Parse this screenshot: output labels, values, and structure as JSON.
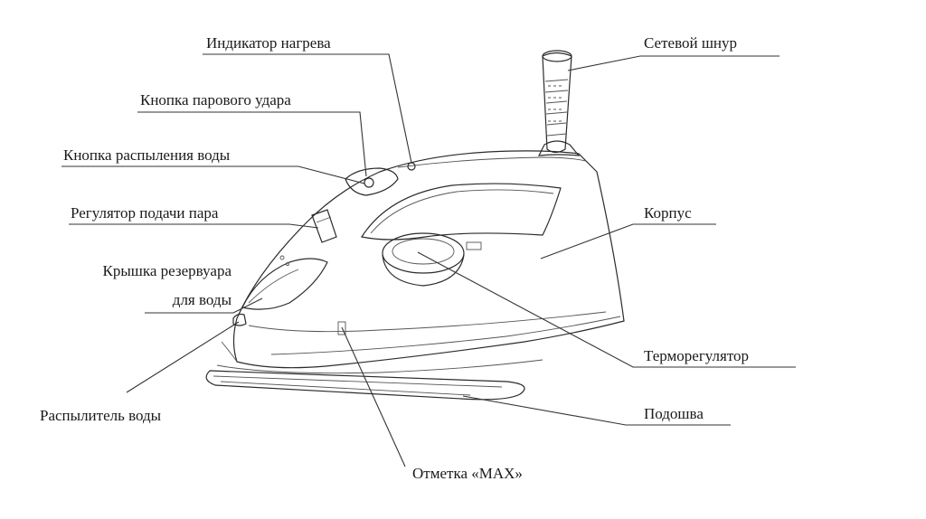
{
  "labels": {
    "heat_indicator": "Индикатор нагрева",
    "steam_burst_button": "Кнопка парового удара",
    "spray_button": "Кнопка распыления воды",
    "steam_regulator": "Регулятор подачи пара",
    "tank_cap_line1": "Крышка резервуара",
    "tank_cap_line2": "для воды",
    "sprayer": "Распылитель воды",
    "power_cord": "Сетевой шнур",
    "body": "Корпус",
    "thermostat": "Терморегулятор",
    "soleplate": "Подошва",
    "max_mark": "Отметка «MAX»"
  },
  "colors": {
    "ink": "#1a1a1a",
    "line": "#2b2b2b",
    "background": "#ffffff"
  }
}
